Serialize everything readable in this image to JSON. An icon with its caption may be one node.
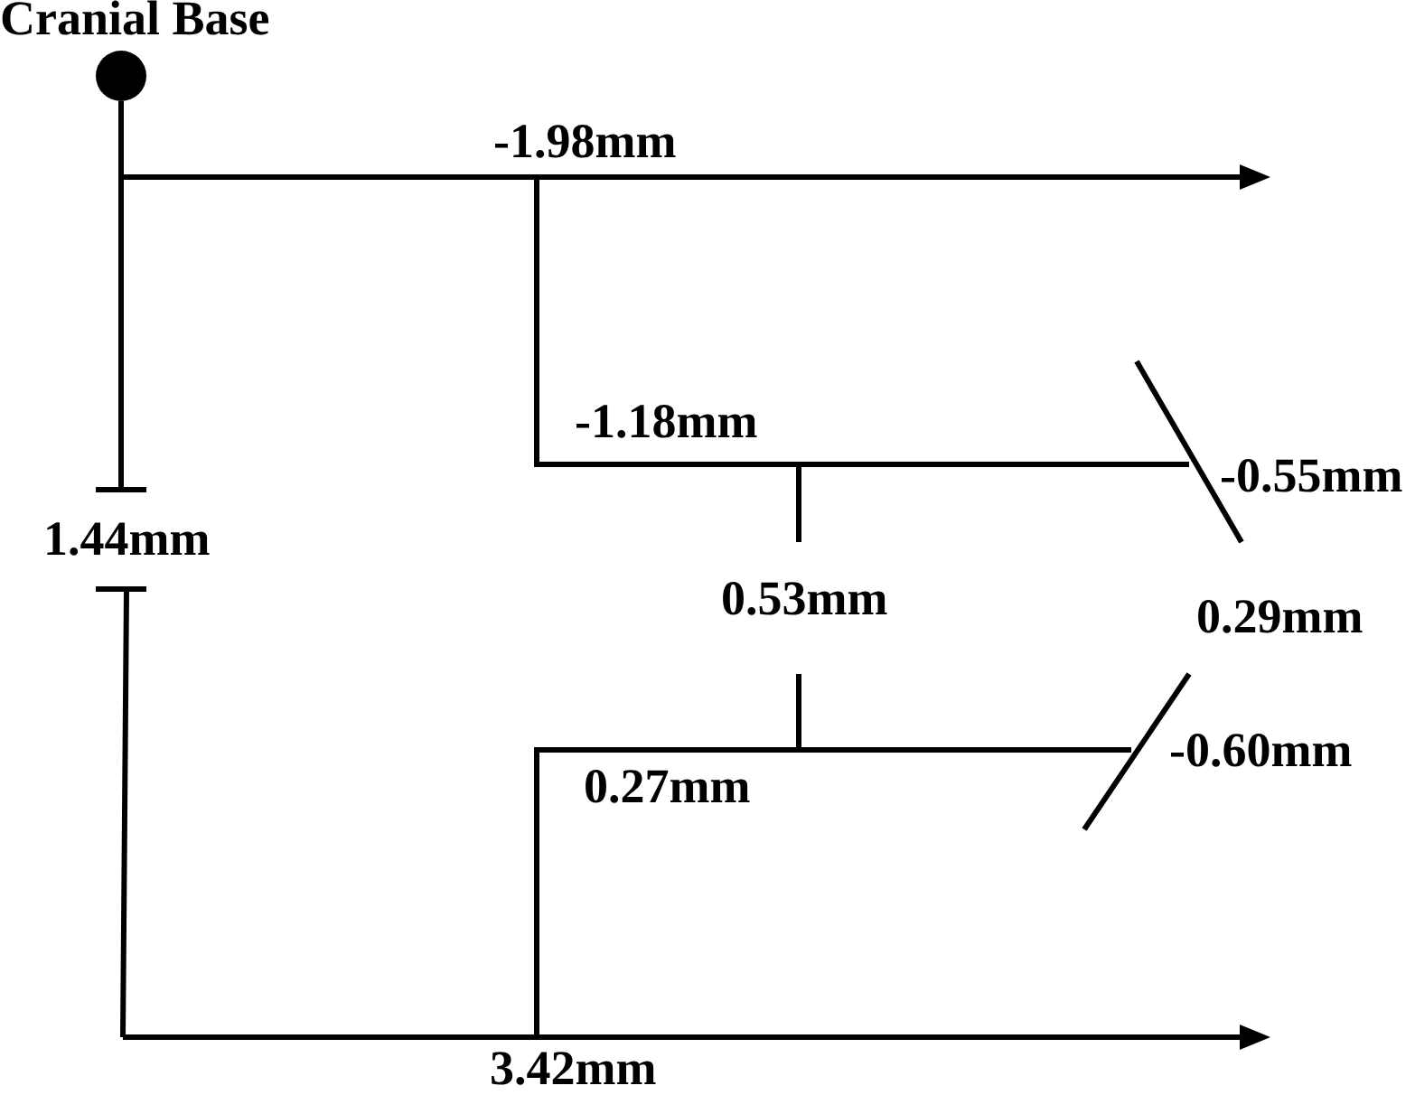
{
  "diagram": {
    "labels": [
      "Cranial Base",
      "-1.98mm",
      "-1.18mm",
      "-0.55mm",
      "1.44mm",
      "0.53mm",
      "0.29mm",
      "-0.60mm",
      "0.27mm",
      "3.42mm"
    ]
  }
}
